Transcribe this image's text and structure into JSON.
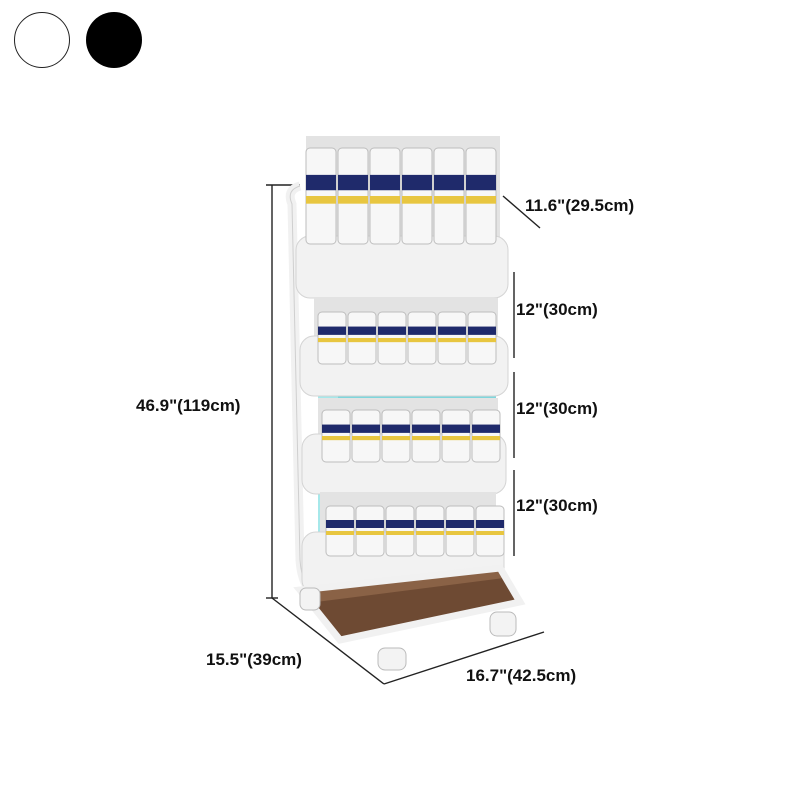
{
  "colors": {
    "options": [
      {
        "name": "white-swatch",
        "hex": "#ffffff"
      },
      {
        "name": "black-swatch",
        "hex": "#000000"
      }
    ],
    "cart_frame": "#f1f1f1",
    "backdrop": "#7fd6dc",
    "wood_shelf": "#6e4a33"
  },
  "dimensions": {
    "depth_top": "11.6\"(29.5cm)",
    "tier_gap_1": "12\"(30cm)",
    "tier_gap_2": "12\"(30cm)",
    "tier_gap_3": "12\"(30cm)",
    "height": "46.9\"(119cm)",
    "depth_base": "15.5\"(39cm)",
    "width_base": "16.7\"(42.5cm)"
  }
}
